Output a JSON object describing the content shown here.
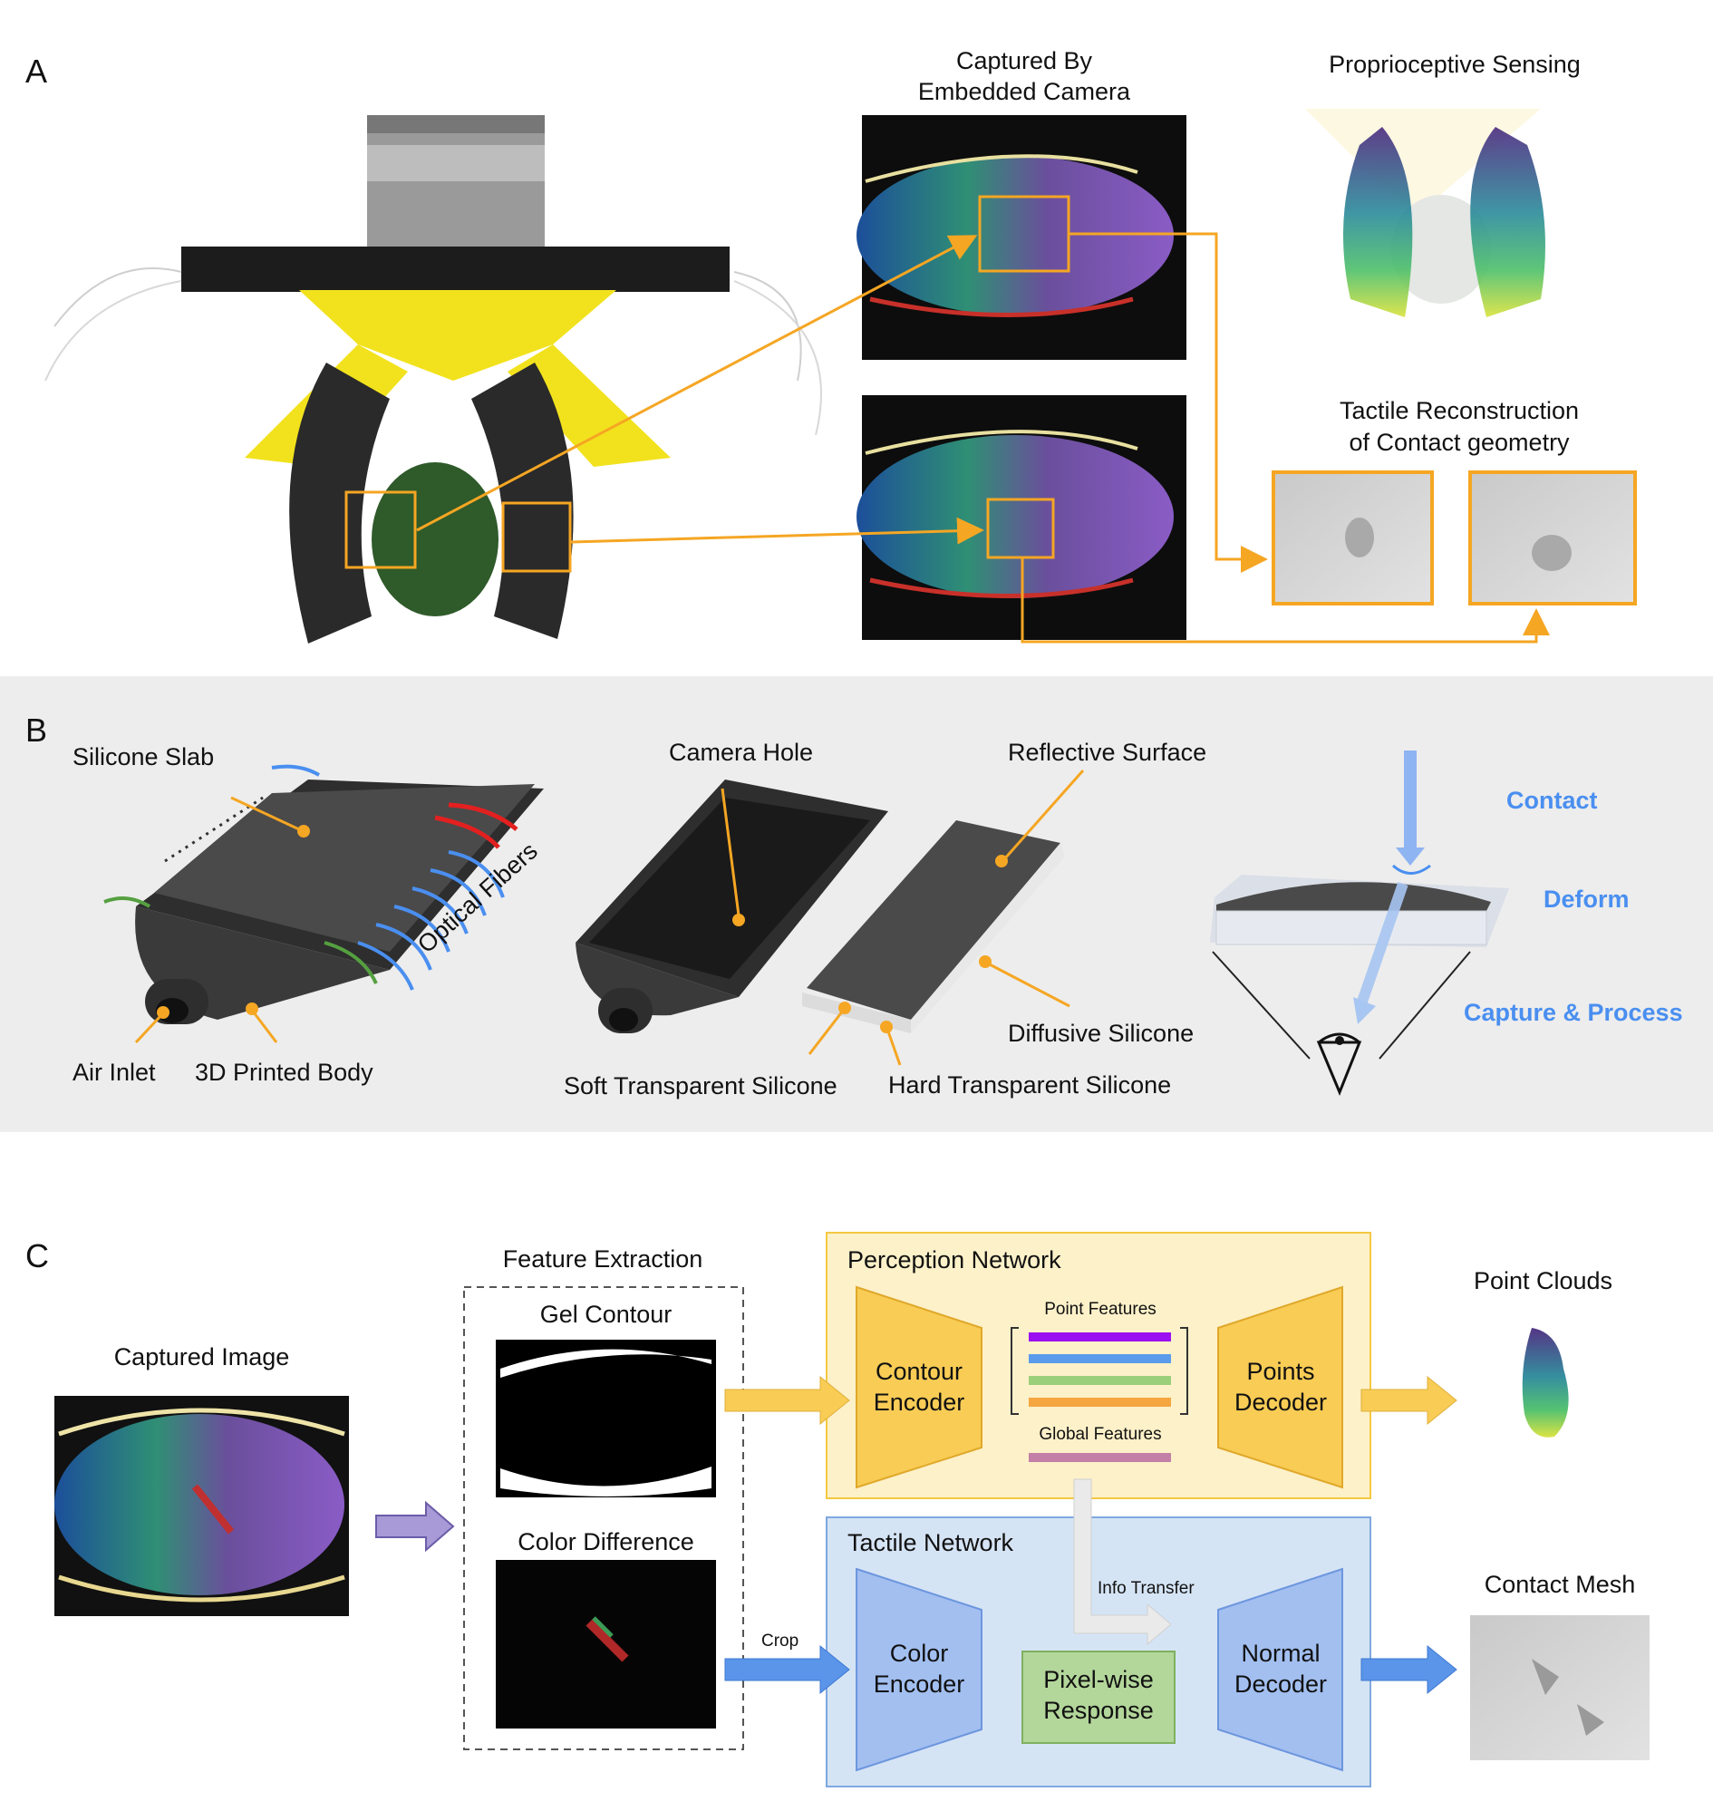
{
  "panels": {
    "a": "A",
    "b": "B",
    "c": "C"
  },
  "panel_a": {
    "camera_title_1": "Captured By",
    "camera_title_2": "Embedded Camera",
    "proprio_title": "Proprioceptive Sensing",
    "tactile_title_1": "Tactile Reconstruction",
    "tactile_title_2": "of Contact geometry"
  },
  "panel_b": {
    "silicone_slab": "Silicone Slab",
    "optical_fibers": "Optical Fibers",
    "air_inlet": "Air Inlet",
    "printed_body": "3D Printed Body",
    "camera_hole": "Camera Hole",
    "reflective_surface": "Reflective Surface",
    "diffusive_silicone": "Diffusive Silicone",
    "soft_transparent": "Soft Transparent Silicone",
    "hard_transparent": "Hard Transparent Silicone",
    "contact": "Contact",
    "deform": "Deform",
    "capture_process": "Capture & Process"
  },
  "panel_c": {
    "captured_image": "Captured Image",
    "feature_extraction": "Feature Extraction",
    "gel_contour": "Gel Contour",
    "color_difference": "Color Difference",
    "crop": "Crop",
    "perception_network": "Perception Network",
    "contour_encoder_1": "Contour",
    "contour_encoder_2": "Encoder",
    "point_features": "Point Features",
    "global_features": "Global Features",
    "points_decoder_1": "Points",
    "points_decoder_2": "Decoder",
    "point_clouds": "Point Clouds",
    "tactile_network": "Tactile Network",
    "info_transfer": "Info Transfer",
    "color_encoder_1": "Color",
    "color_encoder_2": "Encoder",
    "pixel_wise_1": "Pixel-wise",
    "pixel_wise_2": "Response",
    "normal_decoder_1": "Normal",
    "normal_decoder_2": "Decoder",
    "contact_mesh": "Contact Mesh"
  },
  "colors": {
    "orange": "#f5a623",
    "blue_text": "#4a8ff0",
    "perception_bg": "#fdf1c9",
    "tactile_bg": "#d5e4f5",
    "encoder_yellow": "#f8cc55",
    "encoder_blue": "#a2bff0",
    "pixel_green": "#b3d69a",
    "feature_purple": "#9b10f0",
    "feature_blue": "#5b9bec",
    "feature_green": "#9ccf7a",
    "feature_orange": "#f5a640",
    "global_pink": "#c47fa6"
  }
}
